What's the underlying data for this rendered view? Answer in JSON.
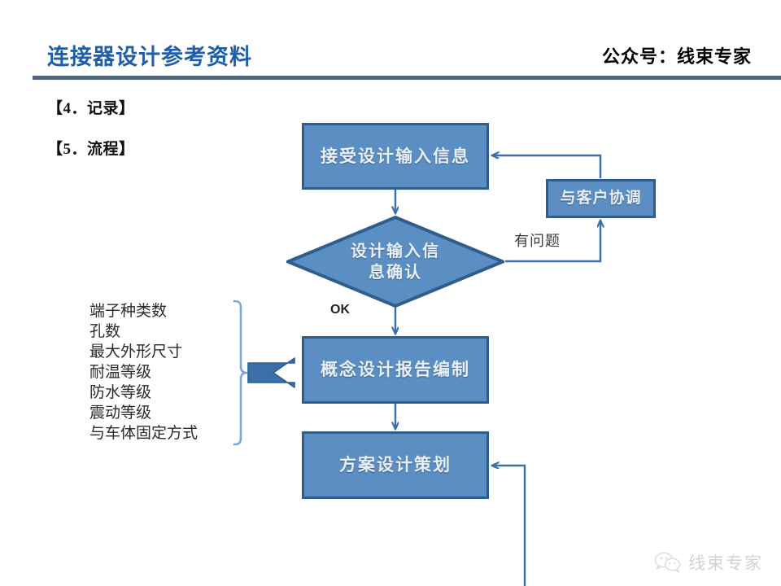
{
  "header": {
    "title": "连接器设计参考资料",
    "right_text": "公众号：线束专家",
    "rule_color": "#46698C",
    "title_color": "#1F5FA9"
  },
  "sections": {
    "record": "【4．记录】",
    "process": "【5．流程】"
  },
  "spec_list": {
    "items": [
      "端子种类数",
      "孔数",
      "最大外形尺寸",
      "耐温等级",
      "防水等级",
      "震动等级",
      "与车体固定方式"
    ],
    "brace_color": "#7BA7D7",
    "arrow_color": "#3B6FA8"
  },
  "flow": {
    "node_fill": "#5B8FC4",
    "node_border": "#2E5E8E",
    "connector_color": "#3B6FA8",
    "nodes": {
      "receive": "接受设计输入信息",
      "decision": "设计输入信\n息确认",
      "concept": "概念设计报告编制",
      "plan": "方案设计策划",
      "coordinate": "与客户协调"
    },
    "labels": {
      "ok": "OK",
      "issue": "有问题"
    }
  },
  "watermark": {
    "text": "线束专家",
    "icon": "wechat-icon"
  }
}
